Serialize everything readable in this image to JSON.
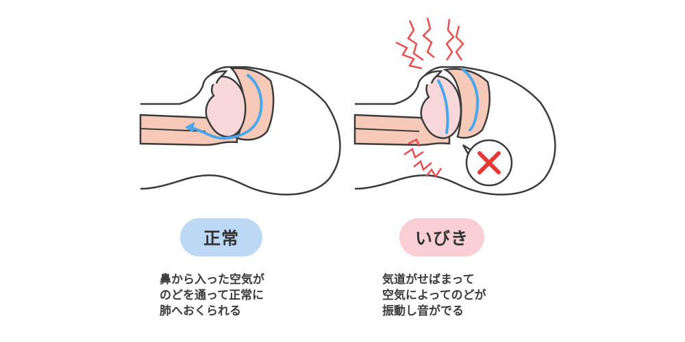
{
  "colors": {
    "outline": "#3a3a3a",
    "skin": "#ffffff",
    "airway_fill": "#f6c9b9",
    "mouth_fill": "#f7d7d7",
    "airflow_arrow": "#4aa6e8",
    "vibration_lines": "#e84c4c",
    "badge_normal": "#bcd8f5",
    "badge_snore": "#f9cfd4",
    "x_mark": "#e53935"
  },
  "icons": {
    "normal_flow": "airflow-arrow-icon",
    "blocked": "x-mark-icon",
    "vibration": "vibration-zigzag-icon"
  },
  "panels": [
    {
      "id": "normal",
      "label": "正常",
      "description_lines": [
        "鼻から入った空気が",
        "のどを通って正常に",
        "肺へおくられる"
      ]
    },
    {
      "id": "snore",
      "label": "いびき",
      "description_lines": [
        "気道がせばまって",
        "空気によってのどが",
        "振動し音がでる"
      ]
    }
  ]
}
